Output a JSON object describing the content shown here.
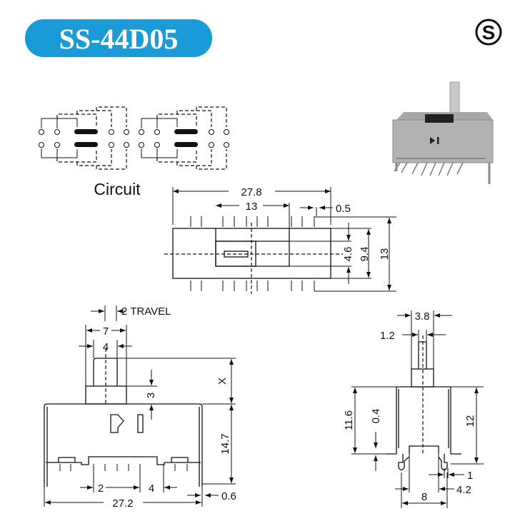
{
  "header": {
    "model": "SS-44D05",
    "logo_letter": "S",
    "brand_color": "#1b9ad8"
  },
  "circuit": {
    "label": "Circuit"
  },
  "top_view": {
    "width": "27.8",
    "slider_span": "13",
    "pin_width": "0.5",
    "d1": "4.6",
    "d2": "9.4",
    "d3": "13"
  },
  "side_view": {
    "travel": "2 TRAVEL",
    "outer": "7",
    "inner": "4",
    "x": "X",
    "step": "3",
    "height": "14.7",
    "pitch1": "2",
    "pitch2": "4",
    "thickness": "0.6",
    "length": "27.2"
  },
  "front_view": {
    "lever": "3.8",
    "rod": "1.2",
    "h1": "11.6",
    "t": "0.4",
    "h2": "12",
    "pin": "1",
    "gap": "4.2",
    "span": "8"
  }
}
